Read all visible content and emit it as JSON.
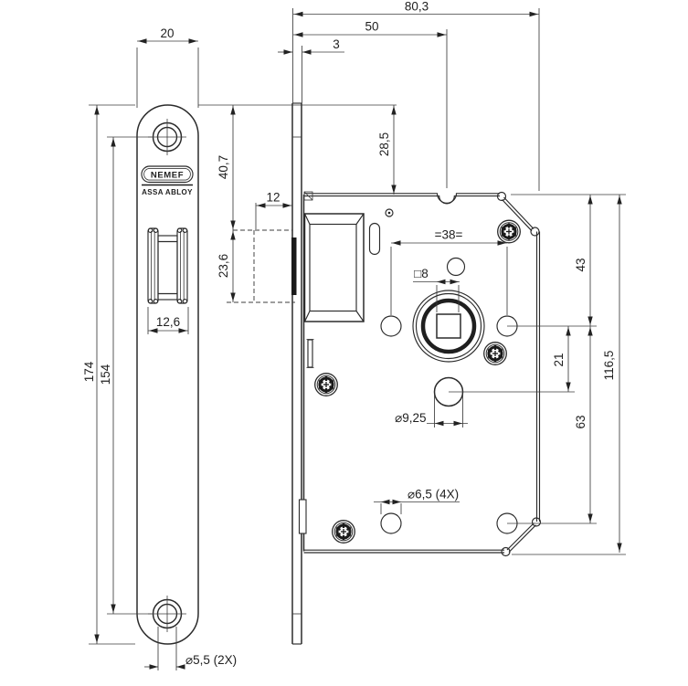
{
  "drawing": {
    "description": "Technical dimension drawing of a NEMEF mortise bathroom lock, front view of faceplate (left) and side view of lock case (right)",
    "brand": {
      "name": "NEMEF",
      "group": "ASSA ABLOY"
    },
    "front_view": {
      "dims": {
        "plate_width": "20",
        "plate_length": "174",
        "screw_distance": "154",
        "latch_width": "12,6",
        "screw_holes": "⌀5,5 (2X)"
      }
    },
    "side_view": {
      "dims": {
        "total_depth": "80,3",
        "backset": "50",
        "faceplate_thickness": "3",
        "plate_top_to_case": "28,5",
        "plate_top_to_latch": "40,7",
        "latch_height": "23,6",
        "latch_projection": "12",
        "follower_axis_distance": "=38=",
        "spindle_square": "□8",
        "case_top_to_follower": "43",
        "follower_to_cylinder": "21",
        "cylinder_to_lower_holes": "63",
        "case_height": "116,5",
        "cylinder_hole": "⌀9,25",
        "fixing_holes": "⌀6,5 (4X)"
      }
    },
    "colors": {
      "line": "#2b2b2b",
      "background": "#ffffff"
    }
  }
}
